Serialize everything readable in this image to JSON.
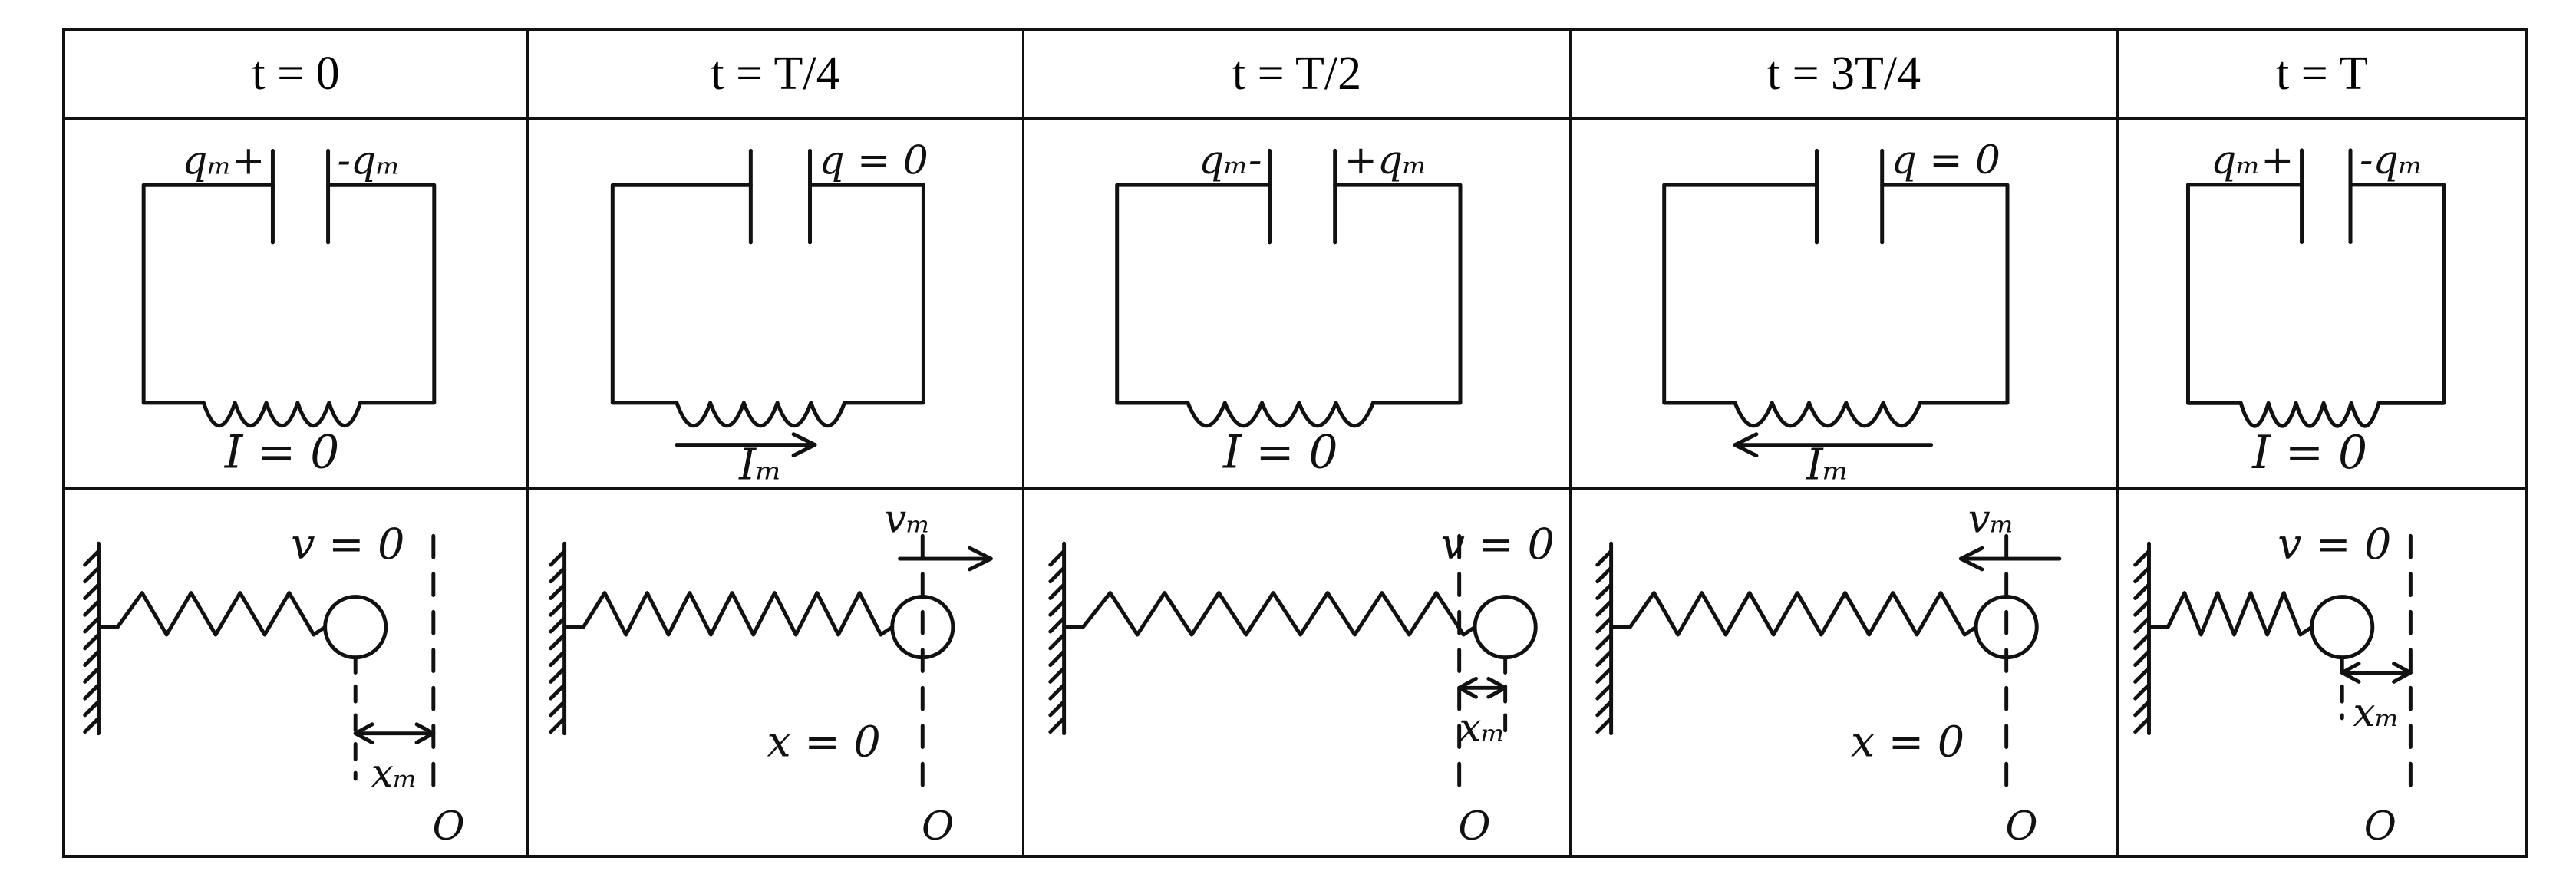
{
  "columns": [
    {
      "time": "t = 0",
      "cap_left": "qₘ+",
      "cap_right": "-qₘ",
      "current": "I = 0",
      "current_arrow": "none",
      "velocity": "v = 0",
      "velocity_arrow": "none",
      "position": "xₘ",
      "origin": "O",
      "mass_offset": -1
    },
    {
      "time": "t = T/4",
      "cap_left": "",
      "cap_right": "q = 0",
      "current": "Iₘ",
      "current_arrow": "right",
      "velocity": "vₘ",
      "velocity_arrow": "right",
      "position": "x = 0",
      "origin": "O",
      "mass_offset": 0
    },
    {
      "time": "t = T/2",
      "cap_left": "qₘ-",
      "cap_right": "+qₘ",
      "current": "I = 0",
      "current_arrow": "none",
      "velocity": "v = 0",
      "velocity_arrow": "none",
      "position": "xₘ",
      "origin": "O",
      "mass_offset": 1
    },
    {
      "time": "t = 3T/4",
      "cap_left": "",
      "cap_right": "q = 0",
      "current": "Iₘ",
      "current_arrow": "left",
      "velocity": "vₘ",
      "velocity_arrow": "left",
      "position": "x = 0",
      "origin": "O",
      "mass_offset": 0
    },
    {
      "time": "t = T",
      "cap_left": "qₘ+",
      "cap_right": "-qₘ",
      "current": "I = 0",
      "current_arrow": "none",
      "velocity": "v = 0",
      "velocity_arrow": "none",
      "position": "xₘ",
      "origin": "O",
      "mass_offset": -1
    }
  ]
}
